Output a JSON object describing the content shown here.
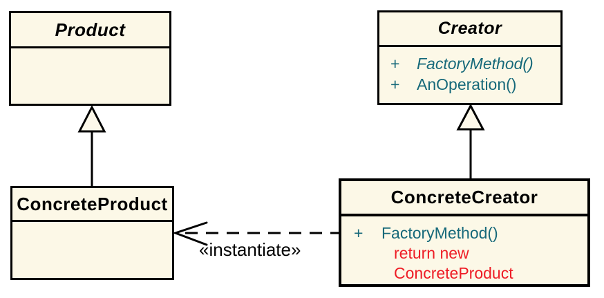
{
  "colors": {
    "box_fill": "#FCF8E7",
    "border": "#000000",
    "method_text": "#16697A",
    "note_text": "#EE1C25",
    "label_text": "#000000",
    "background": "#FFFFFF"
  },
  "classes": {
    "product": {
      "title": "Product"
    },
    "creator": {
      "title": "Creator",
      "methods": [
        {
          "visibility": "+",
          "signature": "FactoryMethod()"
        },
        {
          "visibility": "+",
          "signature": "AnOperation()"
        }
      ]
    },
    "concrete_product": {
      "title": "ConcreteProduct"
    },
    "concrete_creator": {
      "title": "ConcreteCreator",
      "methods": [
        {
          "visibility": "+",
          "signature": "FactoryMethod()"
        }
      ],
      "note_lines": [
        "return new",
        "ConcreteProduct"
      ]
    }
  },
  "relations": {
    "instantiate_label": "«instantiate»"
  }
}
